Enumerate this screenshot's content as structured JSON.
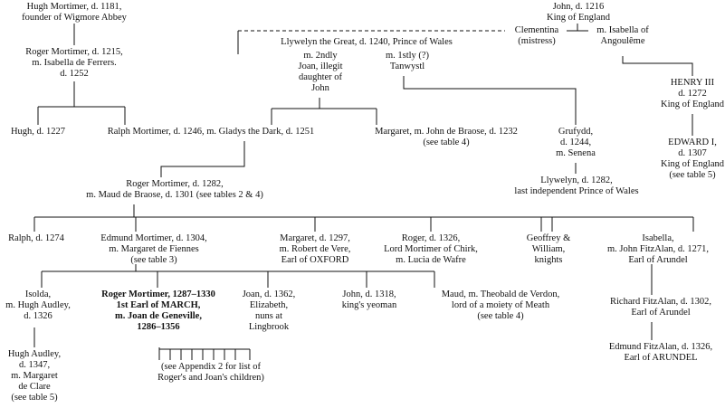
{
  "people": {
    "hugh_1181": [
      "Hugh Mortimer, d. 1181,",
      "founder of Wigmore Abbey"
    ],
    "roger_1215": [
      "Roger Mortimer, d. 1215,",
      "m. Isabella de Ferrers.",
      "d. 1252"
    ],
    "hugh_1227": [
      "Hugh, d. 1227"
    ],
    "ralph_1246": [
      "Ralph Mortimer,  d. 1246,  m. Gladys the Dark, d. 1251"
    ],
    "john_1216": [
      "John, d. 1216",
      "King of England"
    ],
    "clementina": [
      "Clementina",
      "(mistress)"
    ],
    "isabella_angouleme": [
      "m. Isabella of",
      "Angoulême"
    ],
    "llywelyn_great": [
      "Llywelyn the Great, d. 1240, Prince of Wales"
    ],
    "m_2ndly_joan": [
      "m. 2ndly",
      "Joan, illegit",
      "daughter of",
      "John"
    ],
    "m_1stly_tanwystl": [
      "m. 1stly (?)",
      "Tanwystl"
    ],
    "henry_iii": [
      "HENRY III",
      "d. 1272",
      "King of England"
    ],
    "margaret_braose": [
      "Margaret, m. John de Braose,  d. 1232",
      "(see table 4)"
    ],
    "grufydd": [
      "Grufydd,",
      "d. 1244,",
      "m. Senena"
    ],
    "edward_i": [
      "EDWARD I,",
      "d. 1307",
      "King of England",
      "(see table 5)"
    ],
    "llywelyn_last": [
      "Llywelyn, d. 1282,",
      "last independent Prince of Wales"
    ],
    "roger_1282": [
      "Roger Mortimer, d. 1282,",
      "m. Maud de Braose, d. 1301 (see tables 2 & 4)"
    ],
    "ralph_1274": [
      "Ralph, d. 1274"
    ],
    "edmund_1304": [
      "Edmund Mortimer,  d. 1304,",
      "m. Margaret de Fiennes",
      "(see table 3)"
    ],
    "margaret_1297": [
      "Margaret,  d. 1297,",
      "m. Robert de Vere,",
      "Earl of OXFORD"
    ],
    "roger_1326": [
      "Roger,  d. 1326,",
      "Lord Mortimer of Chirk,",
      "m. Lucia de Wafre"
    ],
    "geoffrey_william": [
      "Geoffrey &",
      "William,",
      "knights"
    ],
    "isabella_fitzalan": [
      "Isabella,",
      "m. John FitzAlan, d. 1271,",
      "Earl of Arundel"
    ],
    "isolda": [
      "Isolda,",
      "m. Hugh Audley,",
      "d. 1326"
    ],
    "roger_1330": [
      "Roger Mortimer, 1287–1330",
      "1st Earl of MARCH,",
      "m. Joan de Geneville,",
      "1286–1356"
    ],
    "joan_1362": [
      "Joan, d. 1362,",
      "Elizabeth,",
      "nuns at",
      "Lingbrook"
    ],
    "john_1318": [
      "John,  d. 1318,",
      "king's yeoman"
    ],
    "maud_verdon": [
      "Maud, m. Theobald de Verdon,",
      "lord of a moiety of Meath",
      "(see table 4)"
    ],
    "richard_fitzalan": [
      "Richard FitzAlan,  d. 1302,",
      "Earl of Arundel"
    ],
    "edmund_fitzalan": [
      "Edmund FitzAlan,  d. 1326,",
      "Earl of ARUNDEL"
    ],
    "hugh_audley_1347": [
      "Hugh Audley,",
      "d. 1347,",
      "m. Margaret",
      "de Clare",
      "(see table 5)"
    ],
    "appendix_note": [
      "(see Appendix 2 for list of",
      "Roger's and Joan's children)"
    ]
  }
}
